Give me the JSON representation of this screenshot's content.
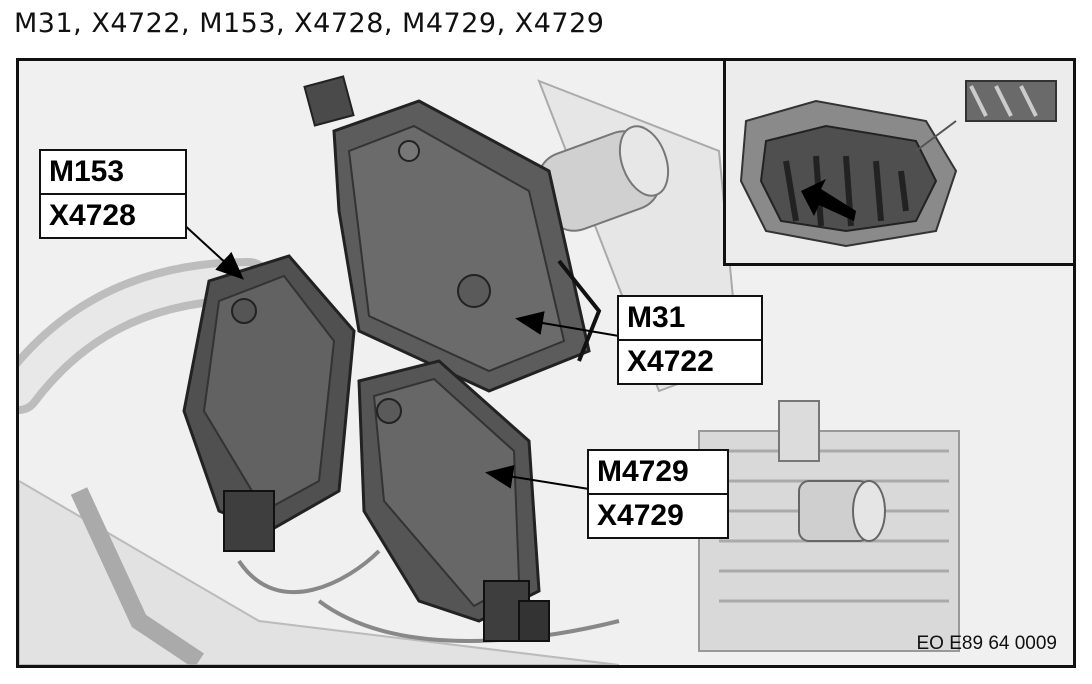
{
  "caption": "M31, X4722, M153, X4728, M4729, X4729",
  "labels": {
    "m153": {
      "line1": "M153",
      "line2": "X4728"
    },
    "m31": {
      "line1": "M31",
      "line2": "X4722"
    },
    "m4729": {
      "line1": "M4729",
      "line2": "X4729"
    }
  },
  "reference_code": "EO E89 64 0009"
}
